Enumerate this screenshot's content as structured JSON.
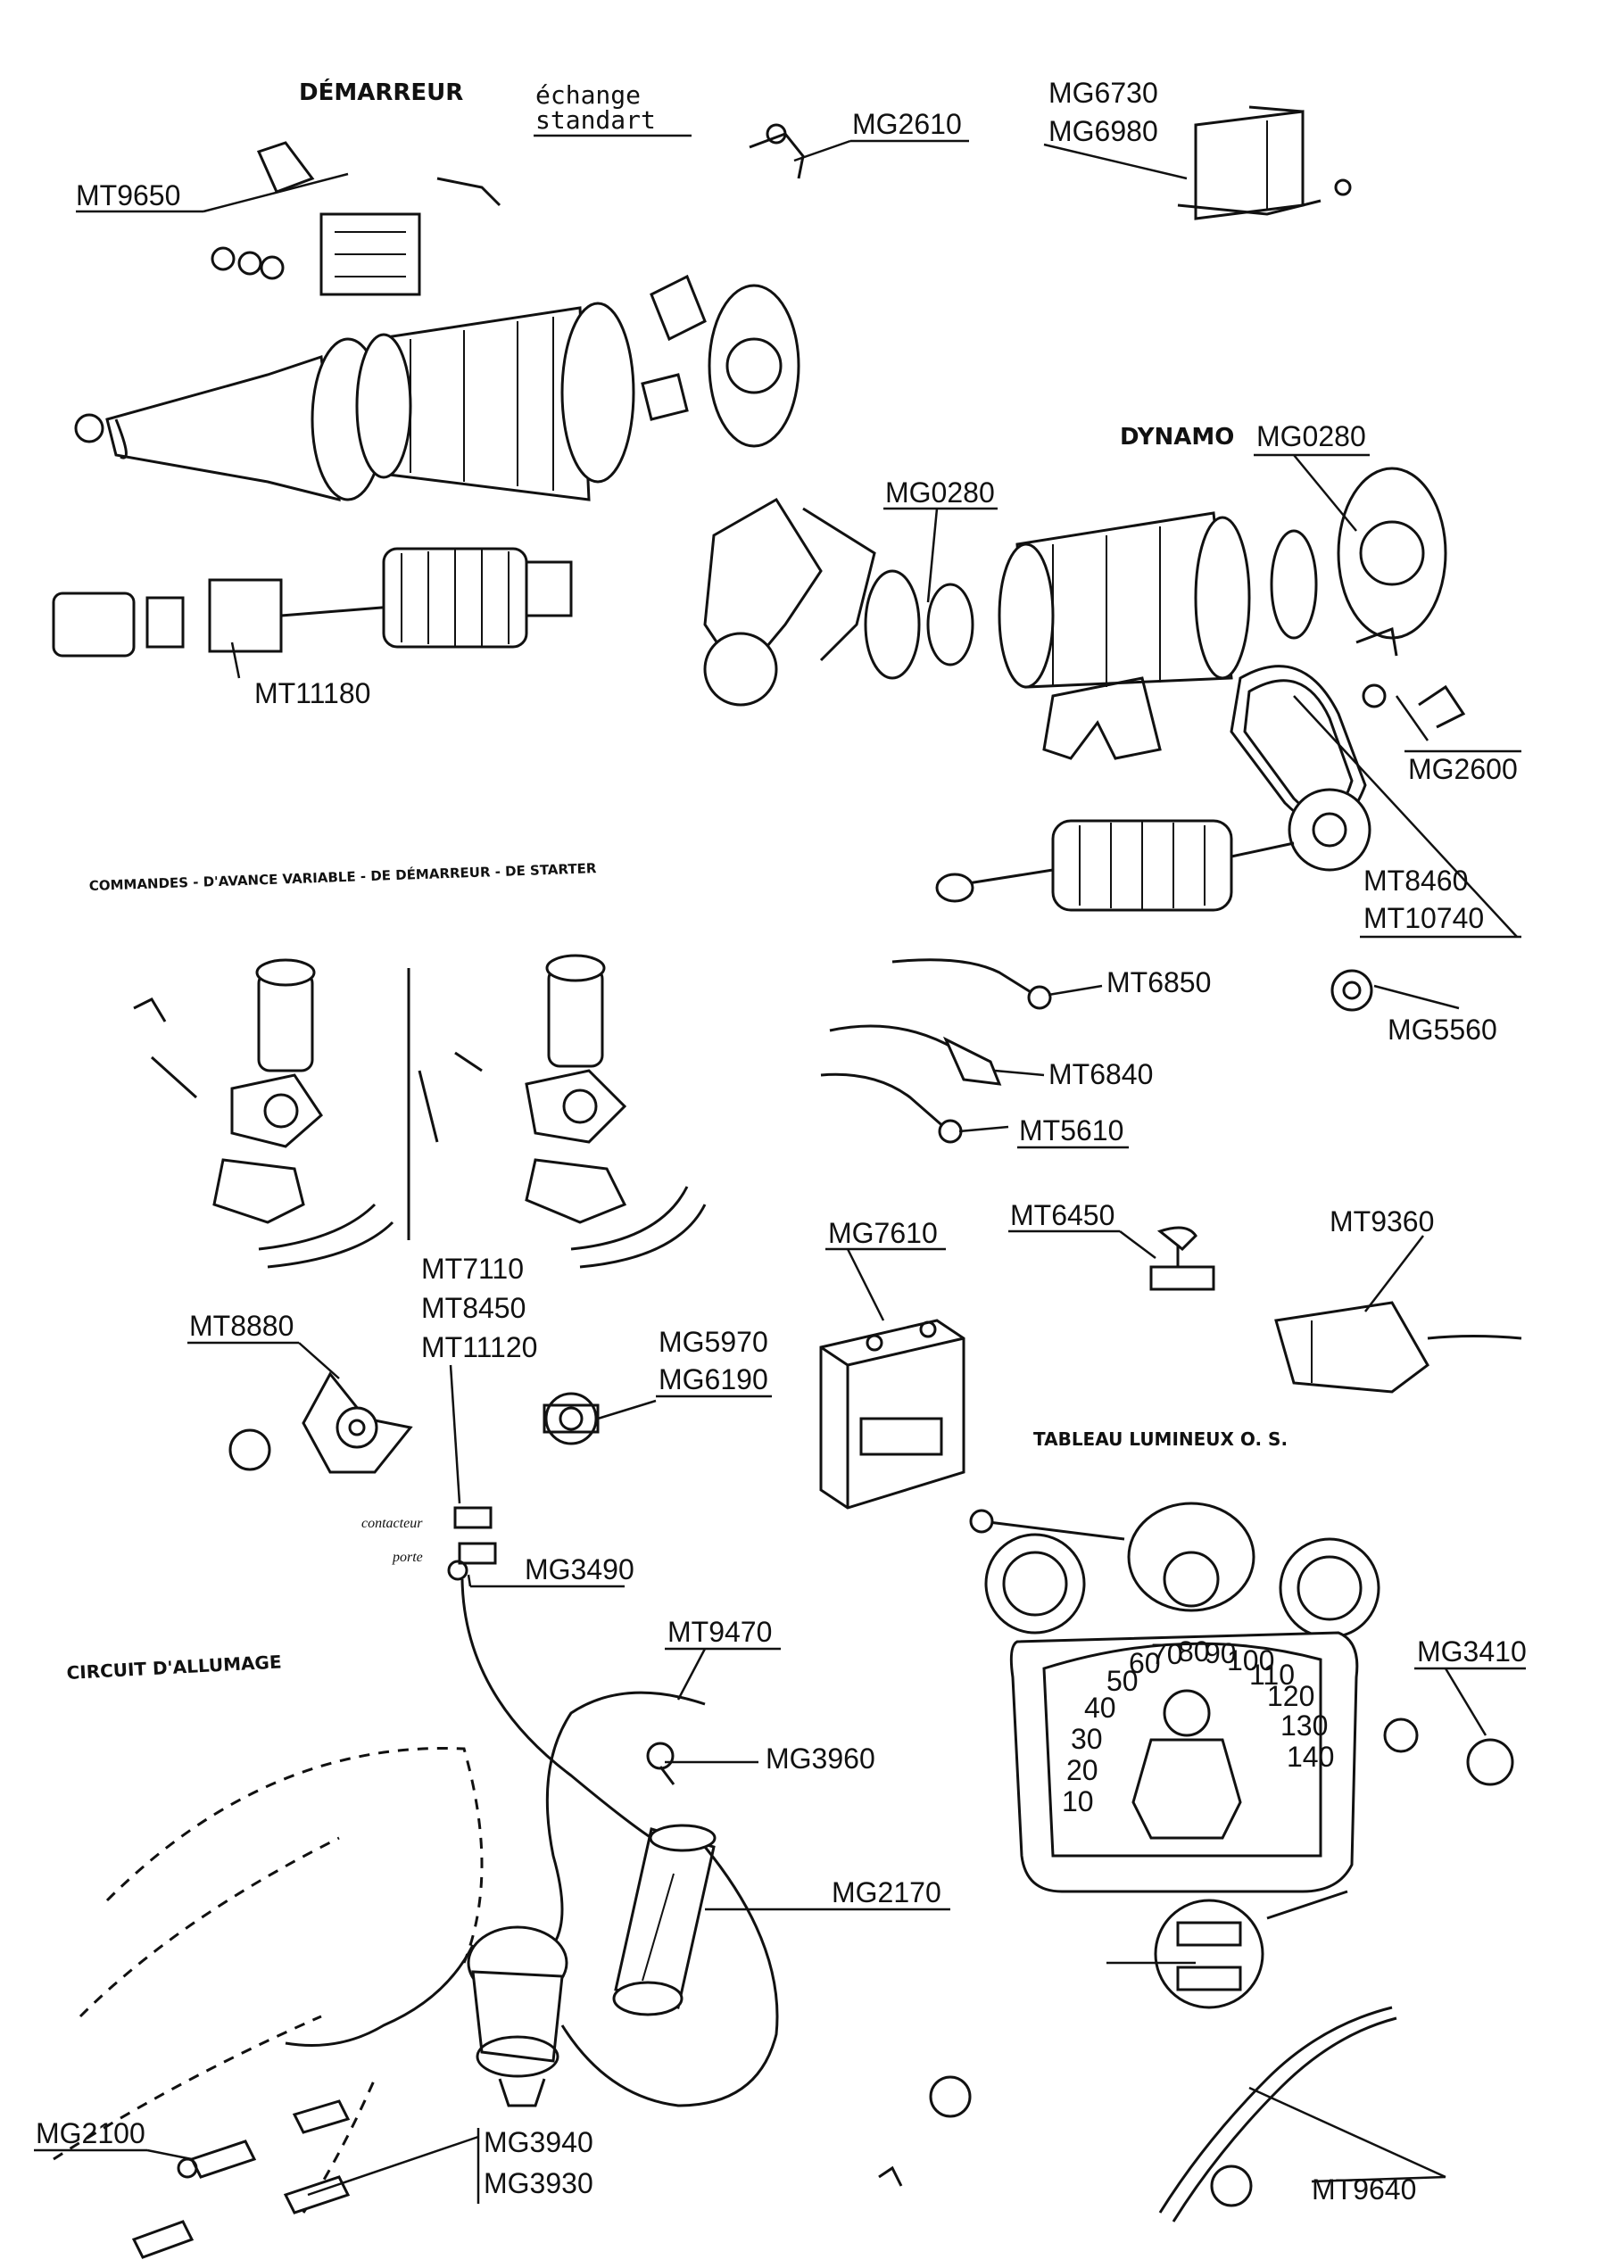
{
  "headings": {
    "starter": "DÉMARREUR",
    "exchange_line1": "échange",
    "exchange_line2": "standart",
    "dynamo": "DYNAMO",
    "controls": "COMMANDES - D'AVANCE VARIABLE - DE DÉMARREUR - DE STARTER",
    "dashboard": "TABLEAU LUMINEUX O. S.",
    "ignition": "CIRCUIT D'ALLUMAGE"
  },
  "small_text": {
    "contacteur": "contacteur",
    "porte": "porte"
  },
  "part_numbers": {
    "mt9650": "MT9650",
    "mg2610": "MG2610",
    "mg6730": "MG6730",
    "mg6980": "MG6980",
    "mg0280_top": "MG0280",
    "mg0280_mid": "MG0280",
    "mt11180": "MT11180",
    "mg2600": "MG2600",
    "mt8460": "MT8460",
    "mt10740": "MT10740",
    "mt6850": "MT6850",
    "mg5560": "MG5560",
    "mt6840": "MT6840",
    "mt5610": "MT5610",
    "mg7610": "MG7610",
    "mt6450": "MT6450",
    "mt9360": "MT9360",
    "mt7110": "MT7110",
    "mt8450": "MT8450",
    "mt11120": "MT11120",
    "mt8880": "MT8880",
    "mg5970": "MG5970",
    "mg6190": "MG6190",
    "mg3490": "MG3490",
    "mt9470": "MT9470",
    "mg3410": "MG3410",
    "mg3960": "MG3960",
    "mg2170": "MG2170",
    "mg2100": "MG2100",
    "mg3940": "MG3940",
    "mg3930": "MG3930",
    "mt9640": "MT9640"
  },
  "dial_numbers": [
    "10",
    "20",
    "30",
    "40",
    "50",
    "60",
    "70",
    "80",
    "90",
    "100",
    "110",
    "120",
    "130",
    "140"
  ]
}
